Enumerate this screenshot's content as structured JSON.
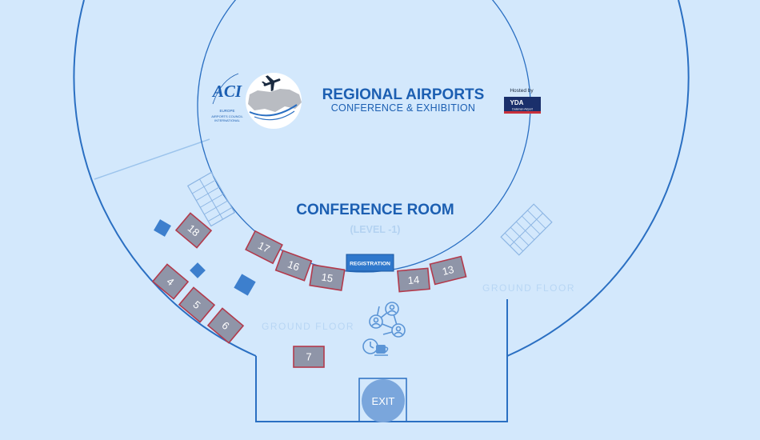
{
  "event": {
    "title": "REGIONAL AIRPORTS",
    "subtitle": "CONFERENCE & EXHIBITION",
    "hosted_by": "Hosted by",
    "host_name": "YDA",
    "host_sub": "Dalaman Airport"
  },
  "aci_logo": {
    "letters": "ACI",
    "region": "EUROPE",
    "line1": "AIRPORTS COUNCIL",
    "line2": "INTERNATIONAL"
  },
  "conference_room": {
    "title": "CONFERENCE ROOM",
    "level": "(LEVEL -1)"
  },
  "registration": "REGISTRATION",
  "ground_floor_left": "GROUND FLOOR",
  "ground_floor_right": "GROUND FLOOR",
  "exit": "EXIT",
  "booths": [
    {
      "id": "18",
      "label": "18"
    },
    {
      "id": "17",
      "label": "17"
    },
    {
      "id": "16",
      "label": "16"
    },
    {
      "id": "15",
      "label": "15"
    },
    {
      "id": "14",
      "label": "14"
    },
    {
      "id": "13",
      "label": "13"
    },
    {
      "id": "4",
      "label": "4"
    },
    {
      "id": "5",
      "label": "5"
    },
    {
      "id": "6",
      "label": "6"
    },
    {
      "id": "7",
      "label": "7"
    }
  ],
  "icons": [
    "networking-icon",
    "coffee-break-icon",
    "stairs-icon"
  ],
  "colors": {
    "background": "#d3e8fc",
    "wall": "#2a6fc2",
    "booth_fill": "#8f95a8",
    "booth_border": "#b33a4c",
    "accent": "#1c5fb2",
    "exit_circle": "#7aa6dc"
  }
}
